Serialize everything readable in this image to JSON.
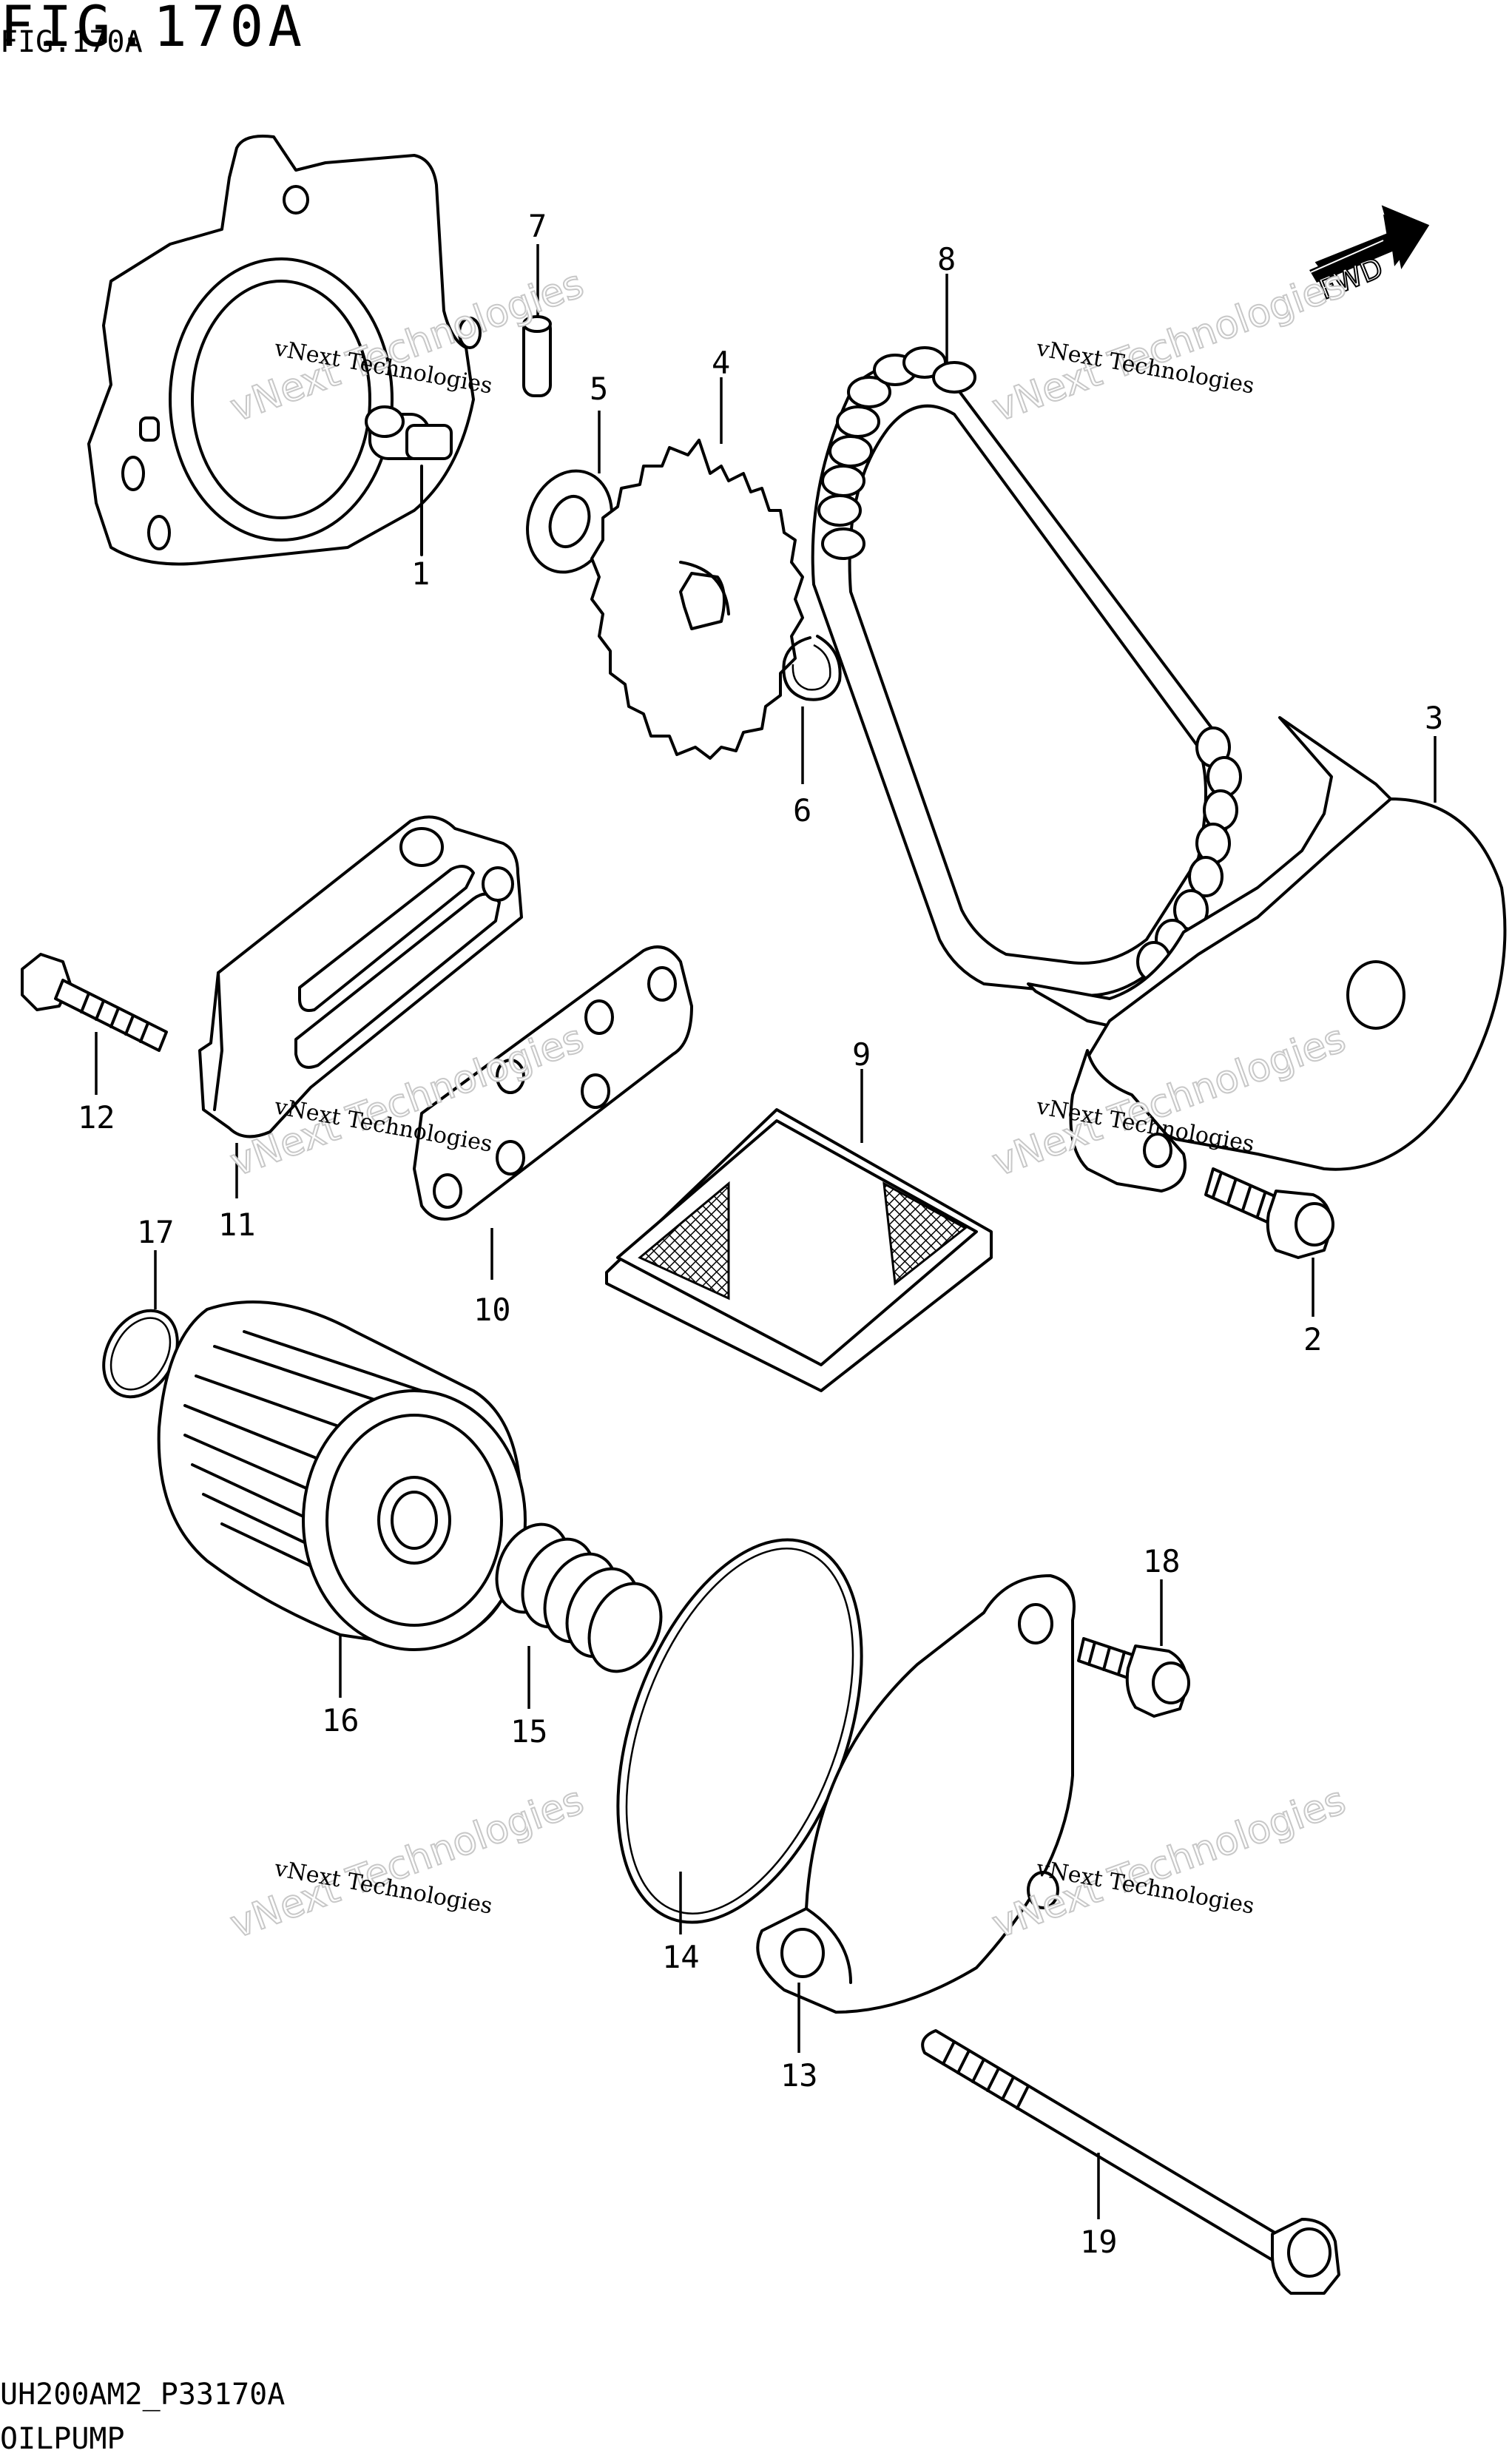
{
  "figure": {
    "title": "FIG.170A",
    "title_overlay": "FIG.170A",
    "code": "UH200AM2_P33170A",
    "caption": "OILPUMP"
  },
  "fwd_label": "FWD",
  "watermark": {
    "line1": "vNext Technologies",
    "line2": "vNext Technologies"
  },
  "callouts": [
    {
      "id": "1",
      "label": "1"
    },
    {
      "id": "2",
      "label": "2"
    },
    {
      "id": "3",
      "label": "3"
    },
    {
      "id": "4",
      "label": "4"
    },
    {
      "id": "5",
      "label": "5"
    },
    {
      "id": "6",
      "label": "6"
    },
    {
      "id": "7",
      "label": "7"
    },
    {
      "id": "8",
      "label": "8"
    },
    {
      "id": "9",
      "label": "9"
    },
    {
      "id": "10",
      "label": "10"
    },
    {
      "id": "11",
      "label": "11"
    },
    {
      "id": "12",
      "label": "12"
    },
    {
      "id": "13",
      "label": "13"
    },
    {
      "id": "14",
      "label": "14"
    },
    {
      "id": "15",
      "label": "15"
    },
    {
      "id": "16",
      "label": "16"
    },
    {
      "id": "17",
      "label": "17"
    },
    {
      "id": "18",
      "label": "18"
    },
    {
      "id": "19",
      "label": "19"
    }
  ]
}
